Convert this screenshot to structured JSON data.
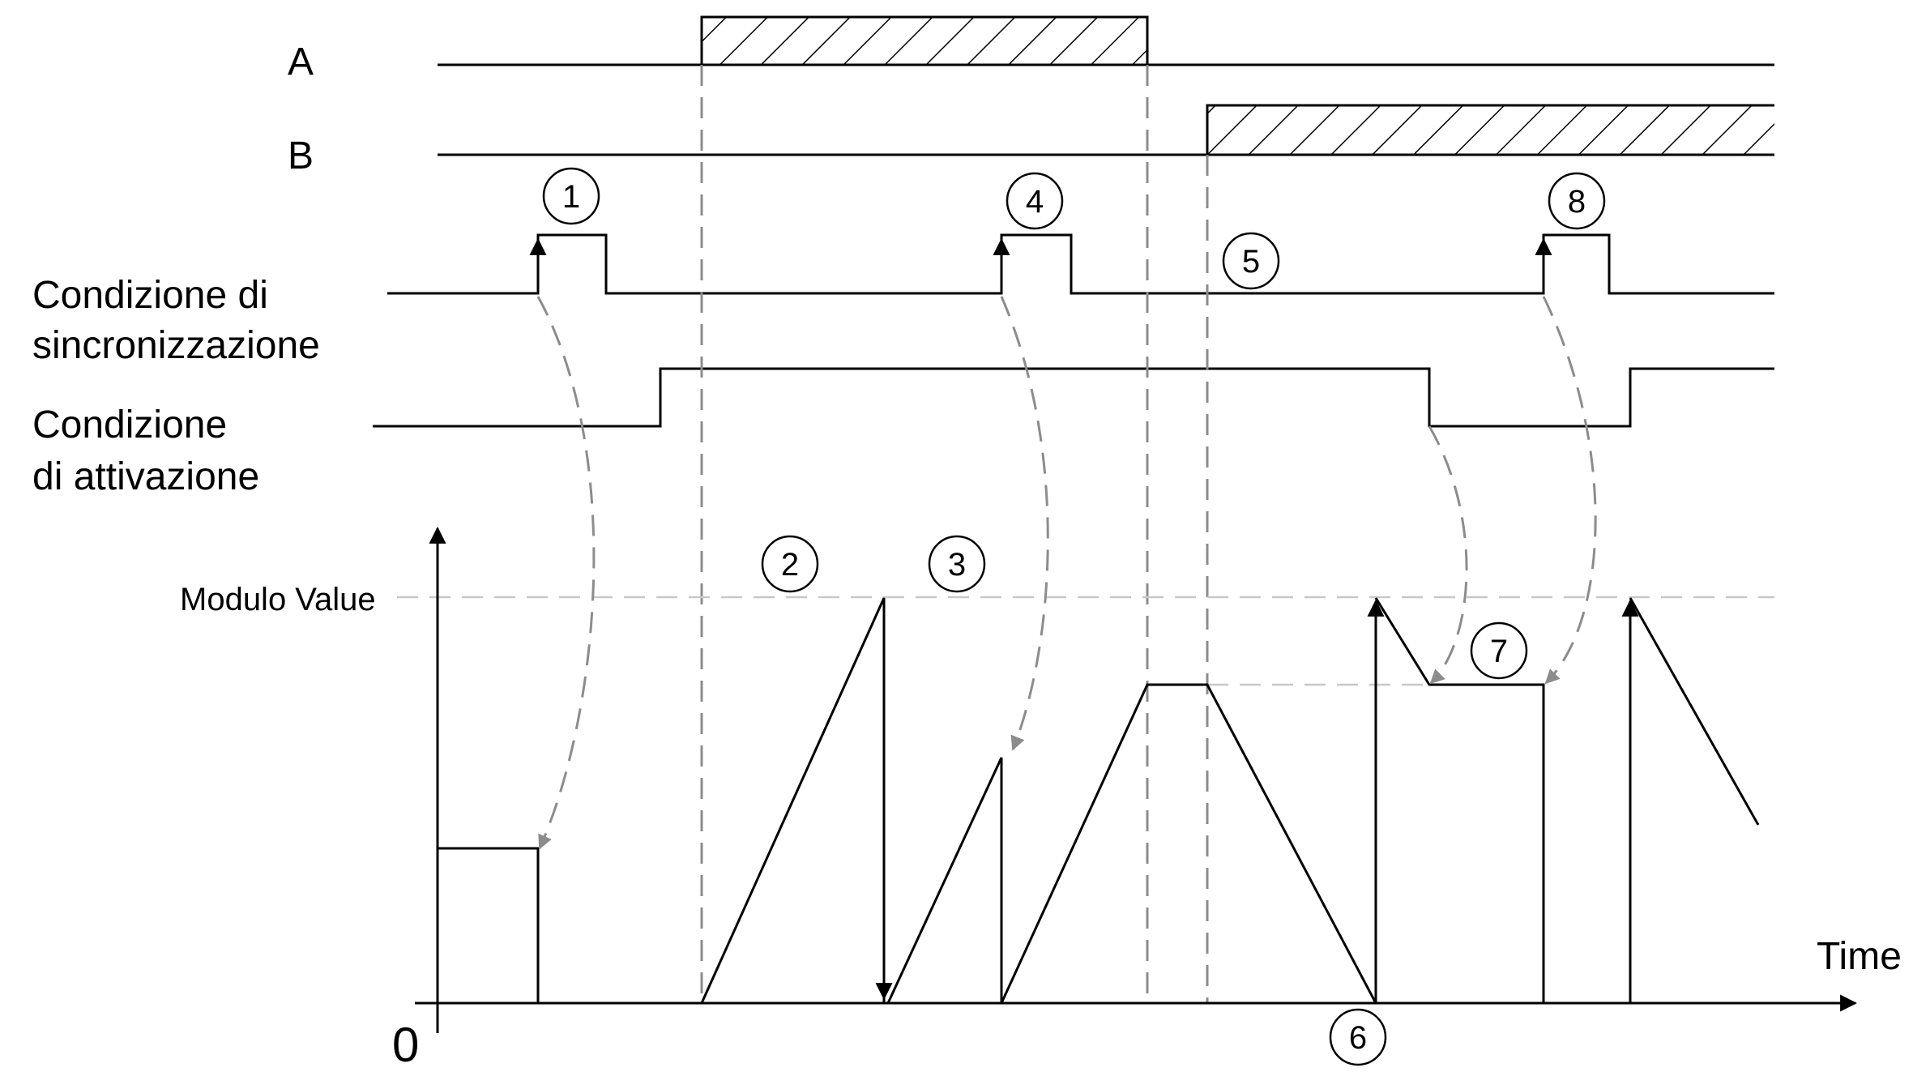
{
  "labels": {
    "signal_a": "A",
    "signal_b": "B",
    "sync_line1": "Condizione di",
    "sync_line2": "sincronizzazione",
    "act_line1": "Condizione",
    "act_line2": "di attivazione",
    "modulo": "Modulo Value",
    "time": "Time",
    "zero": "0"
  },
  "markers": [
    "1",
    "2",
    "3",
    "4",
    "5",
    "6",
    "7",
    "8"
  ],
  "colors": {
    "line": "#000000",
    "dashed": "#8c8c8c",
    "light_dashed": "#c8c8c8"
  }
}
